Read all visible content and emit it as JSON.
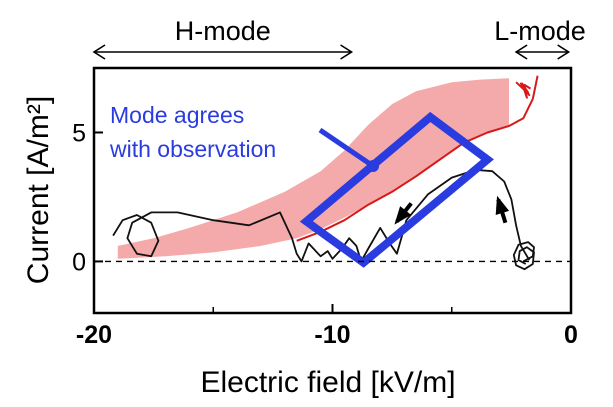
{
  "chart_data": {
    "type": "line",
    "title": "",
    "xlabel": "Electric field [kV/m]",
    "ylabel": "Current [A/m²]",
    "xlim": [
      -20,
      0
    ],
    "ylim": [
      -2.0,
      7.5
    ],
    "xticks": [
      {
        "value": -20,
        "label": "-20"
      },
      {
        "value": -10,
        "label": "-10"
      },
      {
        "value": 0,
        "label": "0"
      }
    ],
    "yticks": [
      {
        "value": 0,
        "label": "0"
      },
      {
        "value": 5,
        "label": "5"
      }
    ],
    "grid": false,
    "mode_labels": {
      "h_mode": {
        "label": "H-mode",
        "x_from": -20,
        "x_to": -9.2
      },
      "l_mode": {
        "label": "L-mode",
        "x_from": -2.3,
        "x_to": -0.1
      }
    },
    "annotation": {
      "text_line1": "Mode agrees",
      "text_line2": "with observation",
      "color": "#2a3be0",
      "point": [
        -8.3,
        3.7
      ],
      "box_corners": [
        [
          -11.1,
          1.55
        ],
        [
          -5.9,
          5.6
        ],
        [
          -3.5,
          3.95
        ],
        [
          -8.7,
          -0.05
        ]
      ]
    },
    "colors": {
      "band_fill": "#f29b9b",
      "red_curve": "#d61a1a",
      "black_curve": "#111111",
      "highlight": "#2a3be0"
    },
    "series": [
      {
        "kind": "band",
        "upper": [
          [
            -19.0,
            0.6
          ],
          [
            -17.5,
            0.9
          ],
          [
            -16.0,
            1.3
          ],
          [
            -14.0,
            1.9
          ],
          [
            -12.0,
            2.7
          ],
          [
            -10.5,
            3.5
          ],
          [
            -9.5,
            4.3
          ],
          [
            -8.5,
            5.3
          ],
          [
            -7.5,
            6.1
          ],
          [
            -6.5,
            6.6
          ],
          [
            -5.0,
            6.95
          ],
          [
            -3.8,
            7.05
          ],
          [
            -2.6,
            7.1
          ]
        ],
        "lower": [
          [
            -19.0,
            0.1
          ],
          [
            -17.0,
            0.2
          ],
          [
            -15.0,
            0.35
          ],
          [
            -13.0,
            0.6
          ],
          [
            -11.5,
            0.9
          ],
          [
            -10.5,
            1.25
          ],
          [
            -9.5,
            1.7
          ],
          [
            -8.5,
            2.2
          ],
          [
            -7.5,
            2.7
          ],
          [
            -6.5,
            3.25
          ],
          [
            -5.5,
            3.9
          ],
          [
            -4.5,
            4.55
          ],
          [
            -3.5,
            5.0
          ],
          [
            -2.6,
            5.25
          ]
        ]
      },
      {
        "kind": "red-line",
        "points": [
          [
            -11.5,
            0.8
          ],
          [
            -10.5,
            1.15
          ],
          [
            -9.5,
            1.6
          ],
          [
            -8.5,
            2.2
          ],
          [
            -7.5,
            2.7
          ],
          [
            -6.5,
            3.3
          ],
          [
            -5.5,
            3.95
          ],
          [
            -4.5,
            4.6
          ],
          [
            -3.5,
            5.0
          ],
          [
            -2.6,
            5.25
          ],
          [
            -2.0,
            5.55
          ],
          [
            -1.6,
            6.3
          ],
          [
            -1.4,
            7.2
          ]
        ]
      },
      {
        "kind": "red-loop",
        "points": [
          [
            -2.3,
            6.95
          ],
          [
            -1.9,
            6.6
          ],
          [
            -2.1,
            6.9
          ],
          [
            -1.75,
            6.45
          ],
          [
            -2.0,
            6.75
          ],
          [
            -1.8,
            6.55
          ],
          [
            -2.05,
            6.9
          ],
          [
            -1.85,
            6.35
          ],
          [
            -1.95,
            6.85
          ],
          [
            -1.7,
            6.7
          ]
        ]
      },
      {
        "kind": "black-curve",
        "points": [
          [
            -19.2,
            1.0
          ],
          [
            -18.8,
            1.6
          ],
          [
            -18.2,
            1.8
          ],
          [
            -17.6,
            1.5
          ],
          [
            -17.3,
            0.8
          ],
          [
            -17.6,
            0.2
          ],
          [
            -18.2,
            0.3
          ],
          [
            -18.6,
            0.9
          ],
          [
            -18.4,
            1.5
          ],
          [
            -17.6,
            1.9
          ],
          [
            -16.5,
            1.9
          ],
          [
            -15.0,
            1.6
          ],
          [
            -13.5,
            1.4
          ],
          [
            -12.2,
            1.9
          ],
          [
            -11.7,
            0.9
          ],
          [
            -11.5,
            0.3
          ],
          [
            -11.3,
            0.0
          ],
          [
            -11.0,
            0.7
          ],
          [
            -10.5,
            0.2
          ],
          [
            -10.2,
            0.4
          ],
          [
            -10.0,
            0.1
          ],
          [
            -9.6,
            0.5
          ],
          [
            -9.3,
            0.9
          ],
          [
            -9.0,
            0.6
          ],
          [
            -8.8,
            0.0
          ],
          [
            -8.5,
            0.5
          ],
          [
            -8.0,
            1.3
          ],
          [
            -7.6,
            0.7
          ],
          [
            -7.3,
            0.3
          ],
          [
            -6.9,
            1.6
          ],
          [
            -6.0,
            2.6
          ],
          [
            -5.0,
            3.25
          ],
          [
            -4.0,
            3.55
          ],
          [
            -3.3,
            3.5
          ],
          [
            -2.8,
            3.1
          ],
          [
            -2.5,
            2.4
          ],
          [
            -2.3,
            1.4
          ],
          [
            -2.1,
            0.6
          ],
          [
            -1.75,
            0.05
          ]
        ]
      },
      {
        "kind": "black-spiral",
        "points": [
          [
            -2.0,
            0.0
          ],
          [
            -1.6,
            0.2
          ],
          [
            -1.55,
            0.55
          ],
          [
            -1.8,
            0.75
          ],
          [
            -2.2,
            0.65
          ],
          [
            -2.4,
            0.25
          ],
          [
            -2.3,
            -0.15
          ],
          [
            -1.95,
            -0.3
          ],
          [
            -1.6,
            -0.1
          ],
          [
            -1.55,
            0.35
          ],
          [
            -1.85,
            0.55
          ],
          [
            -2.15,
            0.4
          ],
          [
            -2.2,
            0.05
          ],
          [
            -1.9,
            -0.1
          ]
        ]
      }
    ],
    "arrows": [
      {
        "from": [
          -6.7,
          2.25
        ],
        "to": [
          -7.3,
          1.55
        ]
      },
      {
        "from": [
          -2.75,
          1.5
        ],
        "to": [
          -3.05,
          2.4
        ]
      }
    ]
  }
}
